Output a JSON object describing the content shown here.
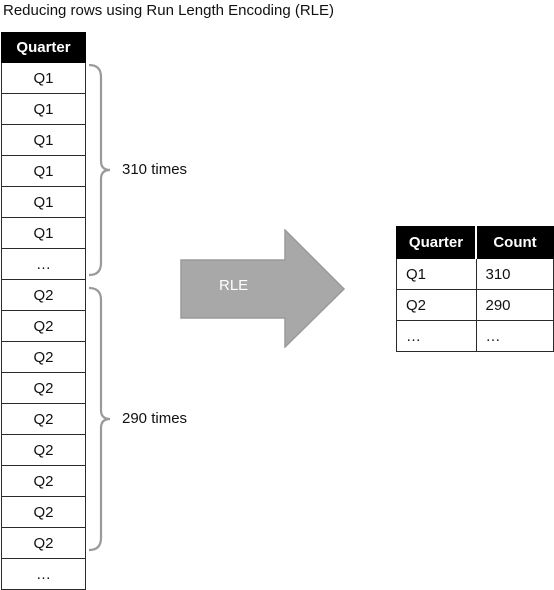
{
  "title": "Reducing rows using Run Length Encoding (RLE)",
  "source_table": {
    "header": "Quarter",
    "rows": [
      "Q1",
      "Q1",
      "Q1",
      "Q1",
      "Q1",
      "Q1",
      "…",
      "Q2",
      "Q2",
      "Q2",
      "Q2",
      "Q2",
      "Q2",
      "Q2",
      "Q2",
      "Q2",
      "…"
    ]
  },
  "braces": [
    {
      "label": "310 times"
    },
    {
      "label": "290 times"
    }
  ],
  "arrow": {
    "label": "RLE",
    "fill": "#a8a8a8",
    "stroke": "#9a9a9a"
  },
  "result_table": {
    "headers": [
      "Quarter",
      "Count"
    ],
    "rows": [
      [
        "Q1",
        "310"
      ],
      [
        "Q2",
        "290"
      ],
      [
        "…",
        "…"
      ]
    ]
  },
  "colors": {
    "header_bg": "#000000",
    "header_text": "#ffffff",
    "brace": "#9a9a9a"
  }
}
